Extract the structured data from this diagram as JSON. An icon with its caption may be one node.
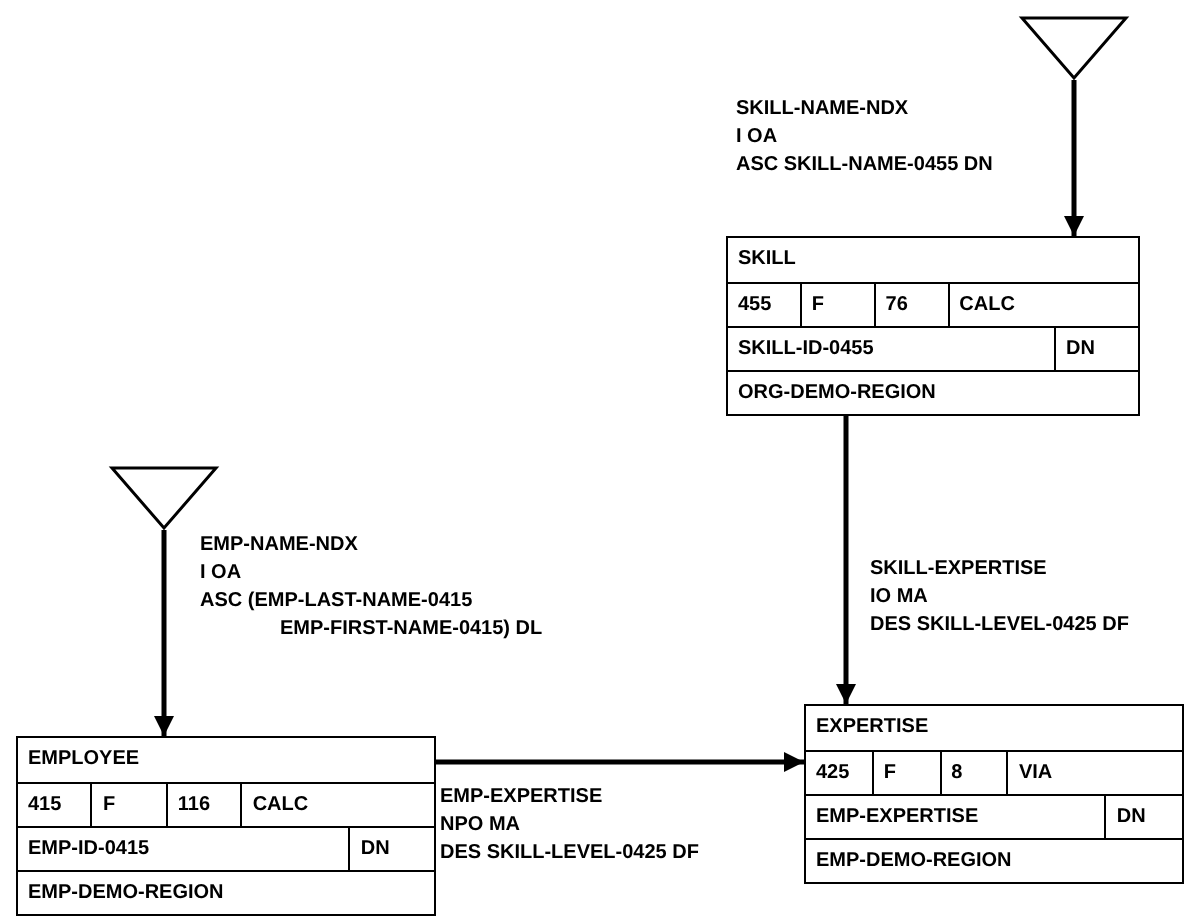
{
  "diagram": {
    "nodes": [
      {
        "text": [],
        "shape": "triangle"
      },
      {
        "text": [
          "SKILL",
          "455",
          "F",
          "76",
          "CALC",
          "SKILL-ID-0455",
          "DN",
          "ORG-DEMO-REGION"
        ]
      },
      {
        "text": [],
        "shape": "triangle"
      },
      {
        "text": [
          "EMPLOYEE",
          "415",
          "F",
          "116",
          "CALC",
          "EMP-ID-0415",
          "DN",
          "EMP-DEMO-REGION"
        ]
      },
      {
        "text": [
          "EXPERTISE",
          "425",
          "F",
          "8",
          "VIA",
          "EMP-EXPERTISE",
          "DN",
          "EMP-DEMO-REGION"
        ]
      }
    ],
    "edges": [
      {
        "from": 0,
        "to": 1,
        "arrow": "to",
        "label": "SKILL-NAME-NDX I OA ASC SKILL-NAME-0455 DN"
      },
      {
        "from": 2,
        "to": 3,
        "arrow": "to",
        "label": "EMP-NAME-NDX I OA ASC (EMP-LAST-NAME-0415 EMP-FIRST-NAME-0415) DL"
      },
      {
        "from": 1,
        "to": 4,
        "arrow": "to",
        "label": "SKILL-EXPERTISE IO MA DES SKILL-LEVEL-0425 DF"
      },
      {
        "from": 3,
        "to": 4,
        "arrow": "to",
        "label": "EMP-EXPERTISE NPO MA DES SKILL-LEVEL-0425 DF"
      }
    ]
  }
}
